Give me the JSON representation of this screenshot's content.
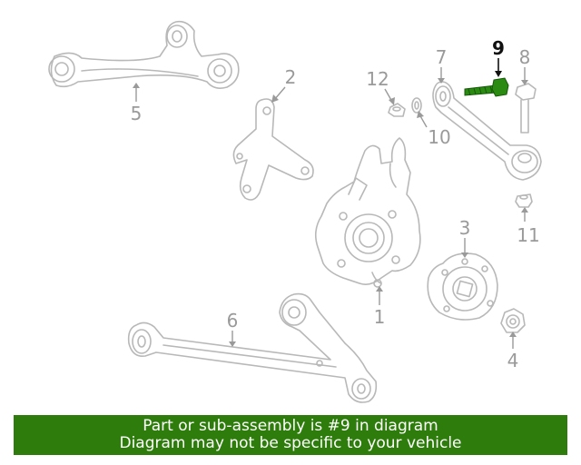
{
  "callouts": [
    {
      "id": "1",
      "label": "1"
    },
    {
      "id": "2",
      "label": "2"
    },
    {
      "id": "3",
      "label": "3"
    },
    {
      "id": "4",
      "label": "4"
    },
    {
      "id": "5",
      "label": "5"
    },
    {
      "id": "6",
      "label": "6"
    },
    {
      "id": "7",
      "label": "7"
    },
    {
      "id": "8",
      "label": "8"
    },
    {
      "id": "9",
      "label": "9"
    },
    {
      "id": "10",
      "label": "10"
    },
    {
      "id": "11",
      "label": "11"
    },
    {
      "id": "12",
      "label": "12"
    }
  ],
  "highlighted_part": "9",
  "colors": {
    "highlight_part": "#2b8a12",
    "banner_bg": "#2e7d0c",
    "banner_text": "#ffffff",
    "line_art": "#b8b8b8"
  },
  "banner": {
    "line1": "Part or sub-assembly is #9 in diagram",
    "line2": "Diagram may not be specific to your vehicle"
  }
}
